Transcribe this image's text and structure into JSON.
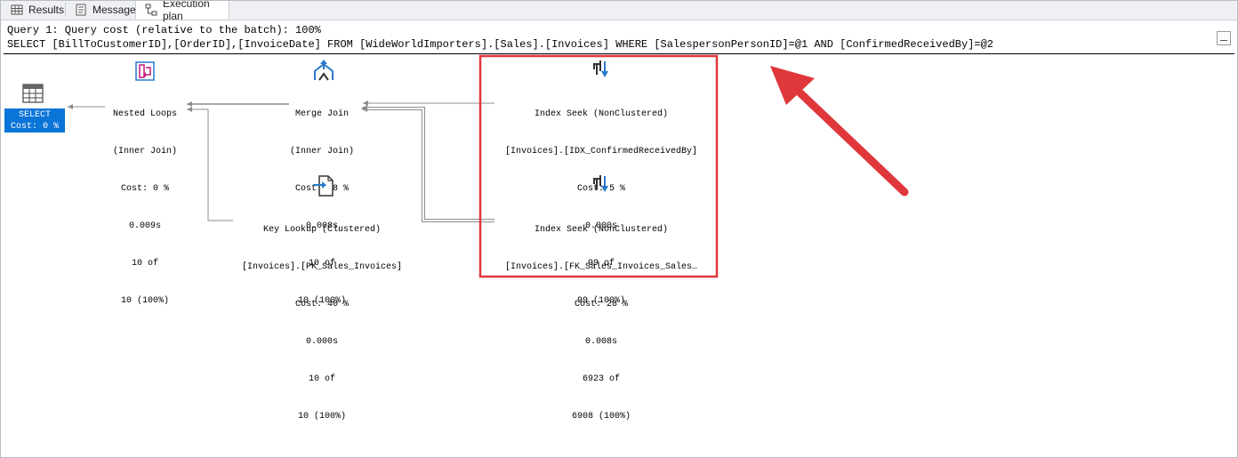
{
  "tabs": [
    {
      "label": "Results",
      "icon": "grid-icon",
      "active": false
    },
    {
      "label": "Messages",
      "icon": "messages-icon",
      "active": false
    },
    {
      "label": "Execution plan",
      "icon": "execution-plan-icon",
      "active": true
    }
  ],
  "query": {
    "header": "Query 1: Query cost (relative to the batch): 100%",
    "sql": "SELECT [BillToCustomerID],[OrderID],[InvoiceDate] FROM [WideWorldImporters].[Sales].[Invoices] WHERE [SalespersonPersonID]=@1 AND [ConfirmedReceivedBy]=@2"
  },
  "plan": {
    "select": {
      "title": "SELECT",
      "cost": "Cost: 0 %"
    },
    "nested_loops": {
      "title": "Nested Loops",
      "sub": "(Inner Join)",
      "cost": "Cost: 0 %",
      "time": "0.009s",
      "rows_actual": "10 of",
      "rows_est": "10 (100%)"
    },
    "merge_join": {
      "title": "Merge Join",
      "sub": "(Inner Join)",
      "cost": "Cost: 28 %",
      "time": "0.008s",
      "rows_actual": "10 of",
      "rows_est": "10 (100%)"
    },
    "key_lookup": {
      "title": "Key Lookup (Clustered)",
      "sub": "[Invoices].[PK_Sales_Invoices]",
      "cost": "Cost: 40 %",
      "time": "0.000s",
      "rows_actual": "10 of",
      "rows_est": "10 (100%)"
    },
    "index_seek_1": {
      "title": "Index Seek (NonClustered)",
      "sub": "[Invoices].[IDX_ConfirmedReceivedBy]",
      "cost": "Cost: 5 %",
      "time": "0.000s",
      "rows_actual": "99 of",
      "rows_est": "99 (100%)"
    },
    "index_seek_2": {
      "title": "Index Seek (NonClustered)",
      "sub": "[Invoices].[FK_Sales_Invoices_Sales…",
      "cost": "Cost: 28 %",
      "time": "0.008s",
      "rows_actual": "6923 of",
      "rows_est": "6908 (100%)"
    }
  },
  "colors": {
    "highlight": "#e0373b",
    "select_bg": "#0b74d7",
    "icon_blue": "#2a78c8",
    "icon_magenta": "#c2187a"
  }
}
